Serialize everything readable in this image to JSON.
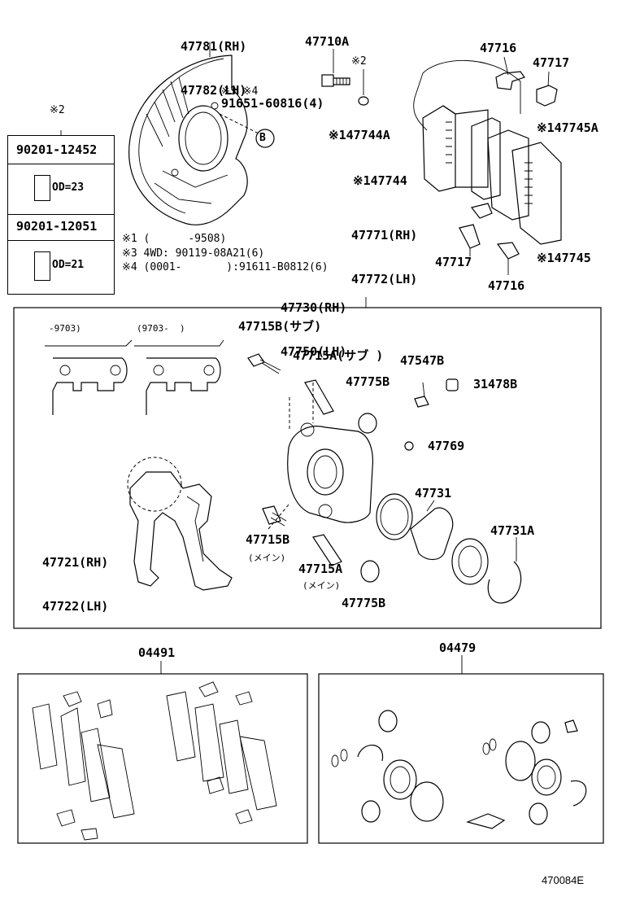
{
  "shield": {
    "line1": "47781(RH)",
    "line2": "47782(LH)"
  },
  "bolt_top": {
    "label": "47710A",
    "note": "※2"
  },
  "screw": {
    "note": "※3 ※4",
    "label": "91651-60816(4)",
    "circle": "B"
  },
  "clips_top": {
    "a": "47716",
    "b": "47717"
  },
  "pads_top": {
    "a": "※147744A",
    "b": "※147745A",
    "c": "※147744"
  },
  "shim_top": {
    "line1": "47771(RH)",
    "line2": "47772(LH)"
  },
  "clips_bottom": {
    "a": "47717",
    "b": "47716",
    "c": "※147745"
  },
  "side_table": {
    "note": "※2",
    "row1": "90201-12452",
    "od1": "OD=23",
    "row2": "90201-12051",
    "od2": "OD=21"
  },
  "notes": {
    "n1": "※1 (      -9508)",
    "n3": "※3 4WD: 90119-08A21(6)",
    "n4": "※4 (0001-       ):91611-B0812(6)"
  },
  "caliper": {
    "line1": "47730(RH)",
    "line2": "47750(LH)"
  },
  "brackets": {
    "a": "-9703)",
    "b": "(9703-  )"
  },
  "parts": {
    "p1": "47715B(サブ)",
    "p2": "47715A(サブ )",
    "p3": "47547B",
    "p4": "47775B",
    "p5": "31478B",
    "p6": "47769",
    "p7": "47731",
    "p8": "47731A",
    "p9a": "47721(RH)",
    "p9b": "47722(LH)",
    "p10": "47715B",
    "p10n": "(メイン)",
    "p11": "47715A",
    "p11n": "(メイン)",
    "p12": "47775B"
  },
  "kits": {
    "left": "04491",
    "right": "04479"
  },
  "footer": {
    "code": "470084E"
  }
}
